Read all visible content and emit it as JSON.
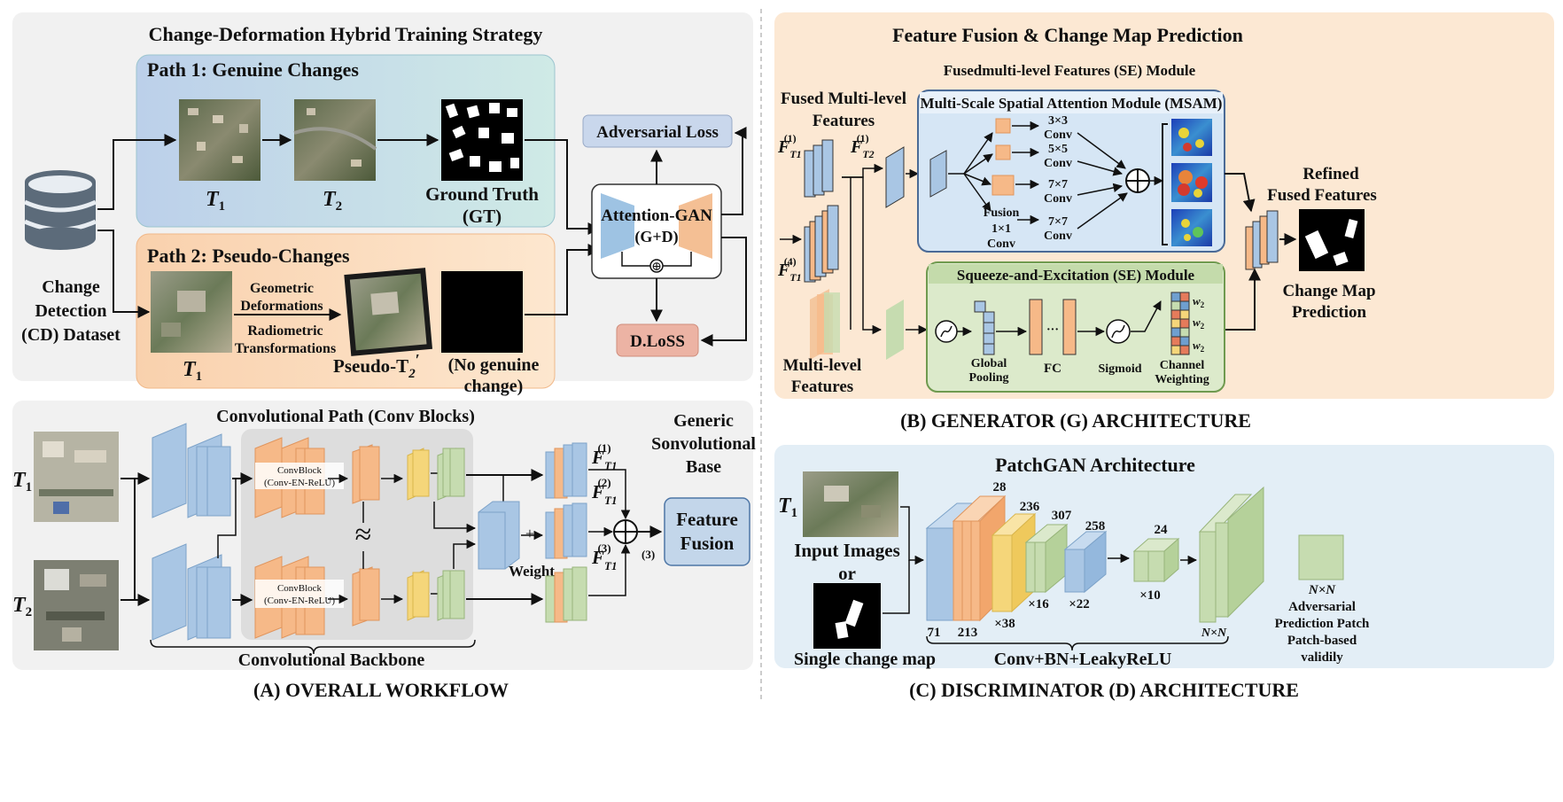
{
  "panel_a": {
    "training_title": "Change-Deformation Hybrid Training Strategy",
    "path1_title": "Path 1: Genuine Changes",
    "t1": "T",
    "t1_sub": "1",
    "t2": "T",
    "t2_sub": "2",
    "ground_truth": "Ground Truth",
    "gt_abbr": "(GT)",
    "path2_title": "Path 2: Pseudo-Changes",
    "geom_line1": "Geometric",
    "geom_line2": "Deformations",
    "radio_line1": "Radiometric",
    "radio_line2": "Transformations",
    "pseudo_t2": "Pseudo-T",
    "pseudo_t2_sub": "2",
    "pseudo_t2_prime": "′",
    "no_change_line1": "(No genuine",
    "no_change_line2": "change)",
    "dataset_line1": "Change",
    "dataset_line2": "Detection",
    "dataset_line3": "(CD) Dataset",
    "adversarial_loss": "Adversarial Loss",
    "attention_gan_line1": "Attention-GAN",
    "attention_gan_line2": "(G+D)",
    "oplus": "⊕",
    "dloss": "D.LoSS",
    "conv_path_title": "Convolutional Path (Conv Blocks)",
    "convblock_top_line1": "ConvBlock",
    "convblock_top_line2": "(Conv-EN-ReLU)",
    "convblock_bot_line1": "ConvBlock",
    "convblock_bot_line2": "(Conv-EN-ReLU)",
    "approx": "≈",
    "weight": "Weight",
    "plus_small": "+",
    "f1": "F",
    "f1_sup": "(1)",
    "f1_sub": "T1",
    "f2": "F",
    "f2_sup": "(2)",
    "f2_sub": "T1",
    "f3": "F",
    "f3_sup": "(3)",
    "f3_sub": "T1",
    "mark3": "(3)",
    "generic_line1": "Generic",
    "generic_line2": "Sonvolutional",
    "generic_line3": "Base",
    "feature_fusion_line1": "Feature",
    "feature_fusion_line2": "Fusion",
    "backbone_label": "Convolutional Backbone",
    "caption": "(A)  OVERALL WORKFLOW"
  },
  "panel_b": {
    "title": "Feature Fusion & Change Map Prediction",
    "fused_module_title": "Fusedmulti-level Features (SE) Module",
    "fused_ml_line1": "Fused Multi-level",
    "fused_ml_line2": "Features",
    "msam_title": "Multi-Scale Spatial Attention Module (MSAM)",
    "k3_line1": "3×3",
    "k3_line2": "Conv",
    "k5_line1": "5×5",
    "k5_line2": "Conv",
    "k7a_line1": "7×7",
    "k7a_line2": "Conv",
    "fusion_line1": "Fusion",
    "fusion_line2": "1×1",
    "fusion_line3": "Conv",
    "k7b_line1": "7×7",
    "k7b_line2": "Conv",
    "ft1_1": "F",
    "ft1_1_sup": "(1)",
    "ft1_1_sub": "T1",
    "ft2_1": "F",
    "ft2_1_sup": "(1)",
    "ft2_1_sub": "T2",
    "ft1_4": "F",
    "ft1_4_sup": "(4)",
    "ft1_4_sub": "T1",
    "refined_line1": "Refined",
    "refined_line2": "Fused Features",
    "se_title": "Squeeze-and-Excitation (SE) Module",
    "global_line1": "Global",
    "global_line2": "Pooling",
    "fc": "FC",
    "dots": "···",
    "sigmoid": "Sigmoid",
    "channel_line1": "Channel",
    "channel_line2": "Weighting",
    "w2": "w",
    "w2_sub": "2",
    "multi_level_line1": "Multi-level",
    "multi_level_line2": "Features",
    "change_map_line1": "Change Map",
    "change_map_line2": "Prediction",
    "caption": "(B) GENERATOR (G) ARCHITECTURE"
  },
  "panel_c": {
    "title": "PatchGAN Architecture",
    "t1": "T",
    "t1_sub": "1",
    "input_images": "Input Images",
    "or": "or",
    "single_change_map": "Single change map",
    "n28": "28",
    "n236": "236",
    "n307": "307",
    "n258": "258",
    "n24": "24",
    "n71": "71",
    "n213": "213",
    "x38": "×38",
    "x16": "×16",
    "x22": "×22",
    "x10": "×10",
    "nxn": "N×N",
    "conv_bn": "Conv+BN+LeakyReLU",
    "nxn_label": "N×N",
    "adv_line1": "Adversarial",
    "adv_line2": "Prediction Patch",
    "adv_line3": "Patch-based",
    "adv_line4": "validily",
    "caption": "(C)  DISCRIMINATOR  (D) ARCHITECTURE"
  },
  "colors": {
    "panel_gray": "#f1f1f1",
    "panel_orange": "#fce8d3",
    "panel_blue": "#e3eef6",
    "blue": "#a9c6e4",
    "orange": "#f6b988",
    "yellow": "#f5d67a",
    "green": "#c6dcb0",
    "adversarial": "#c9d7ec",
    "dloss": "#ecb3a4"
  }
}
